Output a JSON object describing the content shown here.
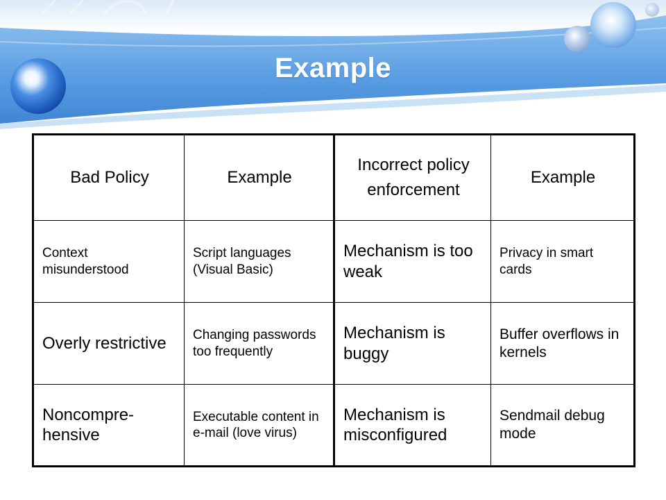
{
  "slide": {
    "title": "Example"
  },
  "table": {
    "headers": [
      "Bad Policy",
      "Example",
      "Incorrect policy enforcement",
      "Example"
    ],
    "rows": [
      [
        "Context misunderstood",
        "Script languages (Visual Basic)",
        "Mechanism is too weak",
        "Privacy in smart cards"
      ],
      [
        "Overly restrictive",
        "Changing passwords too frequently",
        "Mechanism is buggy",
        "Buffer overflows in kernels"
      ],
      [
        "Noncompre-hensive",
        "Executable content in e-mail (love virus)",
        "Mechanism is misconfigured",
        "Sendmail debug mode"
      ]
    ]
  },
  "colors": {
    "banner_sky": "#5b9be0",
    "banner_light": "#cfe4f7",
    "title_text": "#ffffff",
    "table_border": "#000000"
  }
}
